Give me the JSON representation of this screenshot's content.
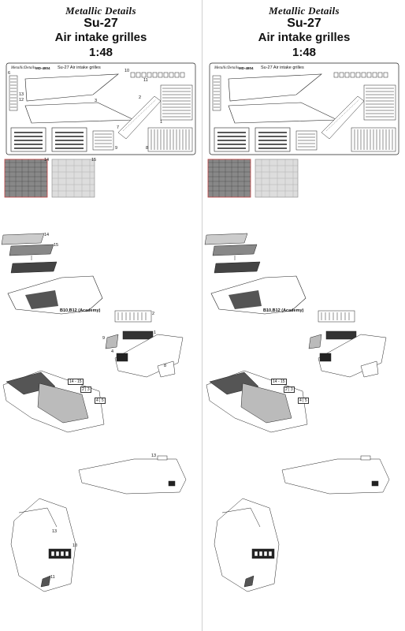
{
  "brand": "Metallic Details",
  "model": "Su-27",
  "subtitle": "Air intake grilles",
  "scale": "1:48",
  "fret": {
    "brand": "MetallicDetails",
    "code": "MD-4804",
    "title": "Su-27  Air intake grilles"
  },
  "part_numbers": {
    "p1": "1",
    "p2": "2",
    "p3": "3",
    "p4": "4",
    "p5": "5",
    "p6": "6",
    "p7": "7",
    "p8": "8",
    "p9": "9",
    "p10": "10",
    "p11": "11",
    "p12": "12",
    "p13": "13",
    "p14": "14",
    "p15": "15"
  },
  "callouts": {
    "c14_15": "14 - 15",
    "c2_3": "2 | 3",
    "c4_5": "4 | 5"
  },
  "note": "B10,B12 (Academy)",
  "colors": {
    "ink": "#222222",
    "fret_red": "#c24040"
  }
}
